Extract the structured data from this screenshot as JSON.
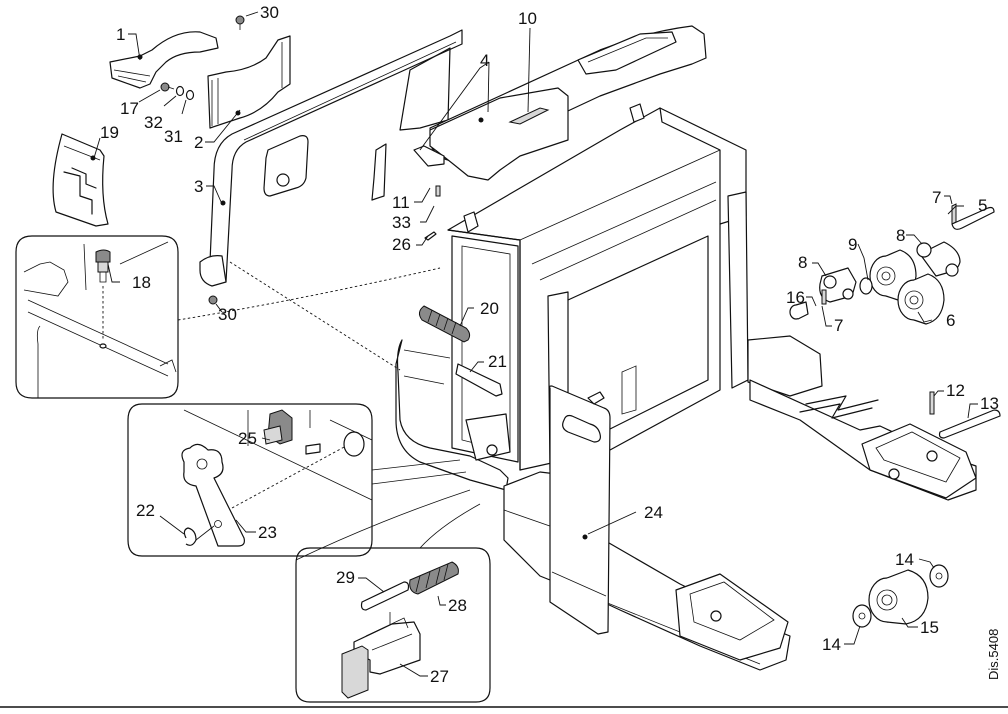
{
  "diagram": {
    "title": "Exploded parts diagram",
    "reference": "Dis.5408",
    "callouts": [
      {
        "id": "c1",
        "label": "1"
      },
      {
        "id": "c2",
        "label": "2"
      },
      {
        "id": "c3",
        "label": "3"
      },
      {
        "id": "c4",
        "label": "4"
      },
      {
        "id": "c5",
        "label": "5"
      },
      {
        "id": "c6",
        "label": "6"
      },
      {
        "id": "c7a",
        "label": "7"
      },
      {
        "id": "c7b",
        "label": "7"
      },
      {
        "id": "c8a",
        "label": "8"
      },
      {
        "id": "c8b",
        "label": "8"
      },
      {
        "id": "c9",
        "label": "9"
      },
      {
        "id": "c10",
        "label": "10"
      },
      {
        "id": "c11",
        "label": "11"
      },
      {
        "id": "c12",
        "label": "12"
      },
      {
        "id": "c13",
        "label": "13"
      },
      {
        "id": "c14a",
        "label": "14"
      },
      {
        "id": "c14b",
        "label": "14"
      },
      {
        "id": "c15",
        "label": "15"
      },
      {
        "id": "c16",
        "label": "16"
      },
      {
        "id": "c17",
        "label": "17"
      },
      {
        "id": "c18",
        "label": "18"
      },
      {
        "id": "c19",
        "label": "19"
      },
      {
        "id": "c20",
        "label": "20"
      },
      {
        "id": "c21",
        "label": "21"
      },
      {
        "id": "c22",
        "label": "22"
      },
      {
        "id": "c23",
        "label": "23"
      },
      {
        "id": "c24",
        "label": "24"
      },
      {
        "id": "c25",
        "label": "25"
      },
      {
        "id": "c26",
        "label": "26"
      },
      {
        "id": "c27",
        "label": "27"
      },
      {
        "id": "c28",
        "label": "28"
      },
      {
        "id": "c29",
        "label": "29"
      },
      {
        "id": "c30a",
        "label": "30"
      },
      {
        "id": "c30b",
        "label": "30"
      },
      {
        "id": "c31",
        "label": "31"
      },
      {
        "id": "c32",
        "label": "32"
      },
      {
        "id": "c33",
        "label": "33"
      }
    ]
  }
}
